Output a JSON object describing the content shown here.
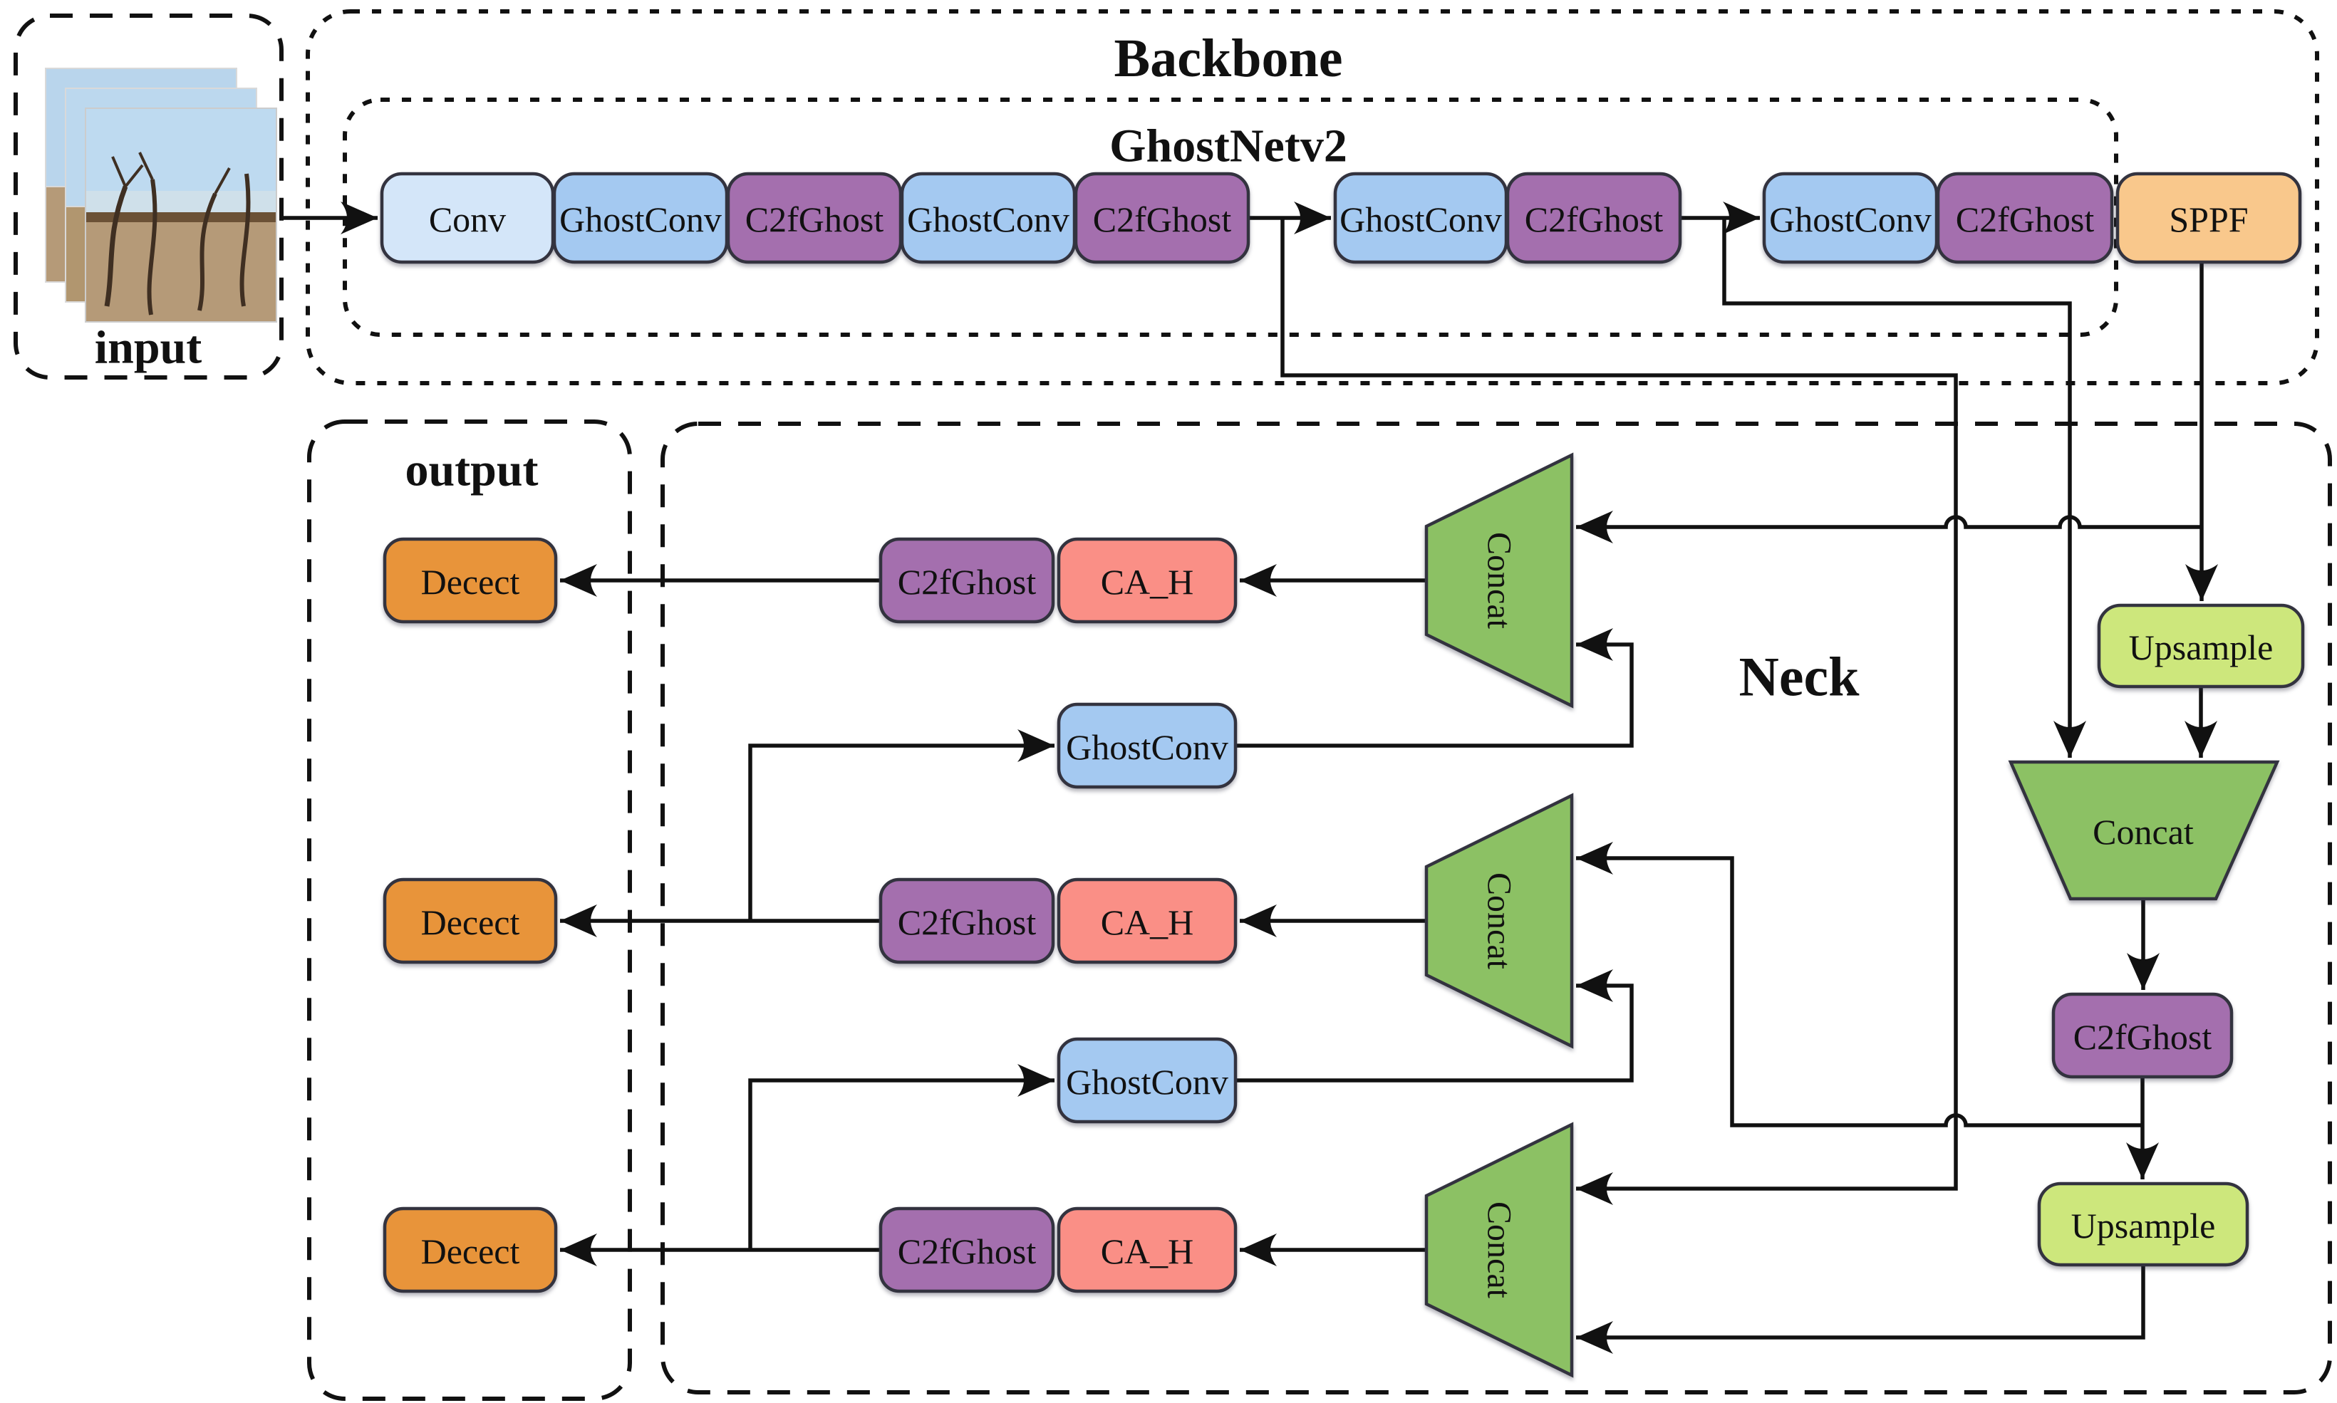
{
  "diagram": {
    "colors": {
      "conv": "#d4e6f9",
      "ghostconv": "#a4c9f1",
      "c2fghost": "#a46fae",
      "sppf": "#f9c88c",
      "detect": "#e8943a",
      "ca_h": "#fa8f86",
      "concat": "#8cc164",
      "upsample": "#cde77c",
      "line": "#111111",
      "border": "#33333f"
    },
    "input": {
      "label": "input"
    },
    "backbone": {
      "title": "Backbone",
      "subtitle": "GhostNetv2",
      "blocks": [
        {
          "label": "Conv",
          "type": "conv"
        },
        {
          "label": "GhostConv",
          "type": "ghostconv"
        },
        {
          "label": "C2fGhost",
          "type": "c2fghost"
        },
        {
          "label": "GhostConv",
          "type": "ghostconv"
        },
        {
          "label": "C2fGhost",
          "type": "c2fghost"
        },
        {
          "label": "GhostConv",
          "type": "ghostconv"
        },
        {
          "label": "C2fGhost",
          "type": "c2fghost"
        },
        {
          "label": "GhostConv",
          "type": "ghostconv"
        },
        {
          "label": "C2fGhost",
          "type": "c2fghost"
        },
        {
          "label": "SPPF",
          "type": "sppf"
        }
      ]
    },
    "output": {
      "title": "output",
      "detectors": [
        {
          "label": "Decect"
        },
        {
          "label": "Decect"
        },
        {
          "label": "Decect"
        }
      ]
    },
    "neck": {
      "title": "Neck",
      "rows": [
        {
          "c2fghost": "C2fGhost",
          "attention": "CA_H"
        },
        {
          "c2fghost": "C2fGhost",
          "attention": "CA_H"
        },
        {
          "c2fghost": "C2fGhost",
          "attention": "CA_H"
        }
      ],
      "downsample": [
        {
          "label": "GhostConv"
        },
        {
          "label": "GhostConv"
        }
      ],
      "concats": [
        {
          "label": "Concat"
        },
        {
          "label": "Concat"
        },
        {
          "label": "Concat"
        }
      ],
      "right_branch": {
        "upsample_top": "Upsample",
        "concat": "Concat",
        "c2fghost": "C2fGhost",
        "upsample_bottom": "Upsample"
      }
    }
  }
}
